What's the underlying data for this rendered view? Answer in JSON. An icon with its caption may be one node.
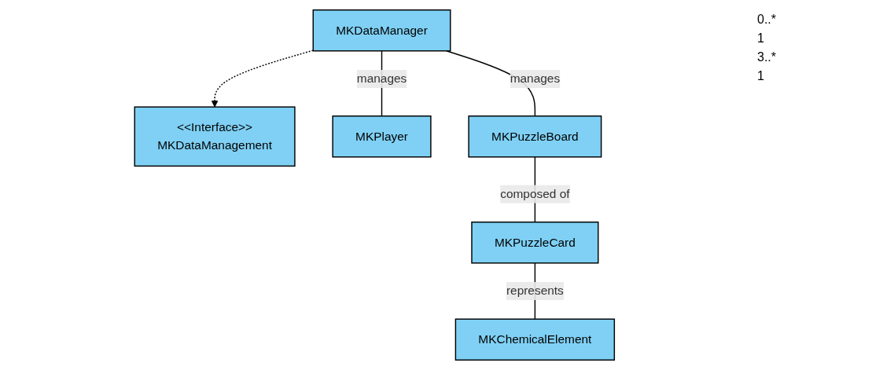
{
  "diagram": {
    "nodes": [
      {
        "text": [
          "<<Interface>>",
          "MKDataManagement"
        ]
      },
      {
        "text": [
          "MKPlayer"
        ]
      },
      {
        "text": [
          "MKDataManager"
        ]
      },
      {
        "text": [
          "MKChemicalElement"
        ]
      },
      {
        "text": [
          "MKPuzzleCard"
        ]
      },
      {
        "text": [
          "MKPuzzleBoard"
        ]
      }
    ],
    "edges": [
      {
        "from": 2,
        "to": 0,
        "arrow": "to",
        "style": "dashed"
      },
      {
        "from": 2,
        "to": 1,
        "arrow": "none",
        "label": "manages"
      },
      {
        "from": 2,
        "to": 5,
        "arrow": "none",
        "label": "manages"
      },
      {
        "from": 4,
        "to": 3,
        "arrow": "none",
        "label": "represents"
      },
      {
        "from": 5,
        "to": 4,
        "arrow": "none",
        "label": "composed of"
      }
    ],
    "labels": [
      "0..*",
      "1",
      "3..*",
      "1"
    ]
  }
}
